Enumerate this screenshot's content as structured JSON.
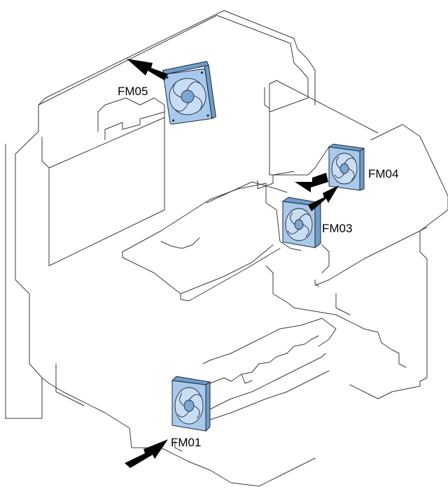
{
  "labels": {
    "fm01": "FM01",
    "fm03": "FM03",
    "fm04": "FM04",
    "fm05": "FM05"
  },
  "colors": {
    "fan_face": "#a9c9ec",
    "fan_side": "#6f9cc9",
    "outline": "#3a3a3a",
    "arrow": "#000000"
  },
  "icons": {
    "fan": "cooling-fan-icon",
    "airflow": "airflow-arrow-icon"
  }
}
